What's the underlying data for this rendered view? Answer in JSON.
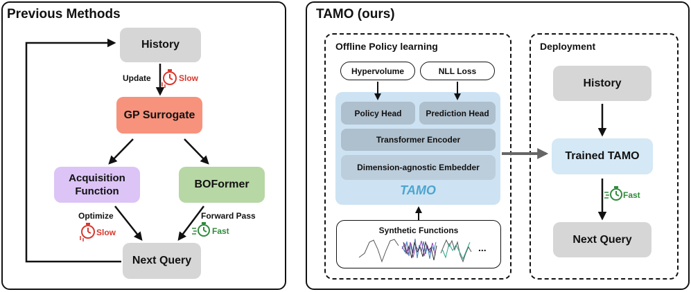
{
  "left_panel": {
    "title": "Previous Methods",
    "history": "History",
    "update_label": "Update",
    "slow_1": "Slow",
    "gp_surrogate": "GP Surrogate",
    "acquisition_line1": "Acquisition",
    "acquisition_line2": "Function",
    "boformer": "BOFormer",
    "optimize_label": "Optimize",
    "slow_2": "Slow",
    "forward_pass_label": "Forward Pass",
    "fast_1": "Fast",
    "next_query": "Next Query"
  },
  "right_panel": {
    "title": "TAMO (ours)",
    "offline_title": "Offline Policy learning",
    "hypervolume": "Hypervolume",
    "nll_loss": "NLL Loss",
    "policy_head": "Policy Head",
    "prediction_head": "Prediction Head",
    "transformer_encoder": "Transformer Encoder",
    "embedder": "Dimension-agnostic Embedder",
    "tamo_label": "TAMO",
    "synthetic_functions": "Synthetic Functions",
    "ellipsis": "...",
    "deployment_title": "Deployment",
    "history": "History",
    "trained_tamo": "Trained TAMO",
    "fast_2": "Fast",
    "next_query": "Next Query"
  },
  "colors": {
    "gp_surrogate": "#f7927c",
    "acquisition": "#dcc4f6",
    "boformer": "#b7d7a5",
    "node_gray": "#d6d6d6",
    "tamo_bg": "#cde3f3",
    "tamo_inner": "#aebfcd",
    "trained_tamo": "#d4e8f5",
    "slow": "#d9362b",
    "fast": "#2e8b3a"
  }
}
